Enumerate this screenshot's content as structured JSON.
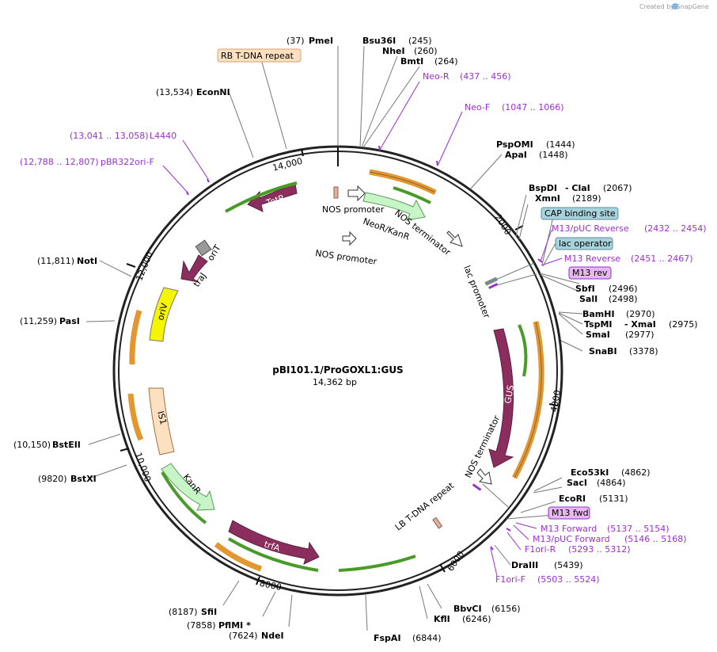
{
  "credit": "Created by SnapGene",
  "plasmid": {
    "name": "pBI101.1/ProGOXL1:GUS",
    "size": "14,362 bp"
  },
  "enzymes": {
    "pmeI_pos": "(37)",
    "pmeI": "PmeI",
    "bsu36I": "Bsu36I",
    "bsu36I_pos": "(245)",
    "nheI": "NheI",
    "nheI_pos": "(260)",
    "bmtI": "BmtI",
    "bmtI_pos": "(264)",
    "psp": "PspOMI",
    "psp_pos": "(1444)",
    "apaI": "ApaI",
    "apaI_pos": "(1448)",
    "bspDI": "BspDI",
    "claI": "- ClaI",
    "claI_pos": "(2067)",
    "xmnI": "XmnI",
    "xmnI_pos": "(2189)",
    "sbfI": "SbfI",
    "sbfI_pos": "(2496)",
    "salI": "SalI",
    "salI_pos": "(2498)",
    "bamHI": "BamHI",
    "bamHI_pos": "(2970)",
    "tspMI": "TspMI",
    "xmaI": "- XmaI",
    "xmaI_pos": "(2975)",
    "smaI": "SmaI",
    "smaI_pos": "(2977)",
    "snaBI": "SnaBI",
    "snaBI_pos": "(3378)",
    "eco53kI": "Eco53kI",
    "eco53kI_pos": "(4862)",
    "sacI": "SacI",
    "sacI_pos": "(4864)",
    "ecoRI": "EcoRI",
    "ecoRI_pos": "(5131)",
    "draIII": "DraIII",
    "draIII_pos": "(5439)",
    "bbvCI": "BbvCI",
    "bbvCI_pos": "(6156)",
    "kflI": "KflI",
    "kflI_pos": "(6246)",
    "fspAI": "FspAI",
    "fspAI_pos": "(6844)",
    "ndeI_pos": "(7624)",
    "ndeI": "NdeI",
    "pflMI_pos": "(7858)",
    "pflMI": "PflMI *",
    "sfiI_pos": "(8187)",
    "sfiI": "SfiI",
    "bstXI_pos": "(9820)",
    "bstXI": "BstXI",
    "bstEII_pos": "(10,150)",
    "bstEII": "BstEII",
    "pasI_pos": "(11,259)",
    "pasI": "PasI",
    "notI_pos": "(11,811)",
    "notI": "NotI",
    "ecoNI_pos": "(13,534)",
    "ecoNI": "EconNI"
  },
  "primers": {
    "neoR": "Neo-R",
    "neoR_pos": "(437 .. 456)",
    "neoF": "Neo-F",
    "neoF_pos": "(1047 .. 1066)",
    "m13pucRev": "M13/pUC Reverse",
    "m13pucRev_pos": "(2432 .. 2454)",
    "m13Rev": "M13 Reverse",
    "m13Rev_pos": "(2451 .. 2467)",
    "m13Fwd": "M13 Forward",
    "m13Fwd_pos": "(5137 .. 5154)",
    "m13pucFwd": "M13/pUC Forward",
    "m13pucFwd_pos": "(5146 .. 5168)",
    "f1oriR": "F1ori-R",
    "f1oriR_pos": "(5293 .. 5312)",
    "f1oriF": "F1ori-F",
    "f1oriF_pos": "(5503 .. 5524)",
    "l4440_pos": "(13,041 .. 13,058)",
    "l4440": "L4440",
    "pbr_pos": "(12,788 .. 12,807)",
    "pbr": "pBR322ori-F"
  },
  "features": {
    "rbRepeat": "RB T-DNA repeat",
    "capSite": "CAP binding site",
    "lacOperator": "lac operator",
    "m13rev": "M13 rev",
    "m13fwd": "M13 fwd",
    "nosPromoter1": "NOS promoter",
    "nosPromoter2": "NOS promoter",
    "nosTerminator1": "NOS terminator",
    "neoKan": "NeoR/KanR",
    "lacPromoter": "lac promoter",
    "gus": "GUS",
    "nosTerminator2": "NOS terminator",
    "lbRepeat": "LB T-DNA repeat",
    "tetR": "TetR",
    "oriT": "oriT",
    "traJ": "traJ",
    "oriV": "oriV",
    "is1": "IS1",
    "kanR": "KanR",
    "trfA": "trfA"
  },
  "ticks": {
    "t2000": "2000",
    "t4000": "4000",
    "t6000": "6000",
    "t8000": "8000",
    "t10000": "10,000",
    "t12000": "12,000",
    "t14000": "14,000"
  },
  "colors": {
    "maroon": "#8b2e5e",
    "green": "#4a9a2a",
    "orange": "#e08c1a",
    "lightgreen": "#c8f5c8",
    "primer": "#9b2fcf"
  }
}
